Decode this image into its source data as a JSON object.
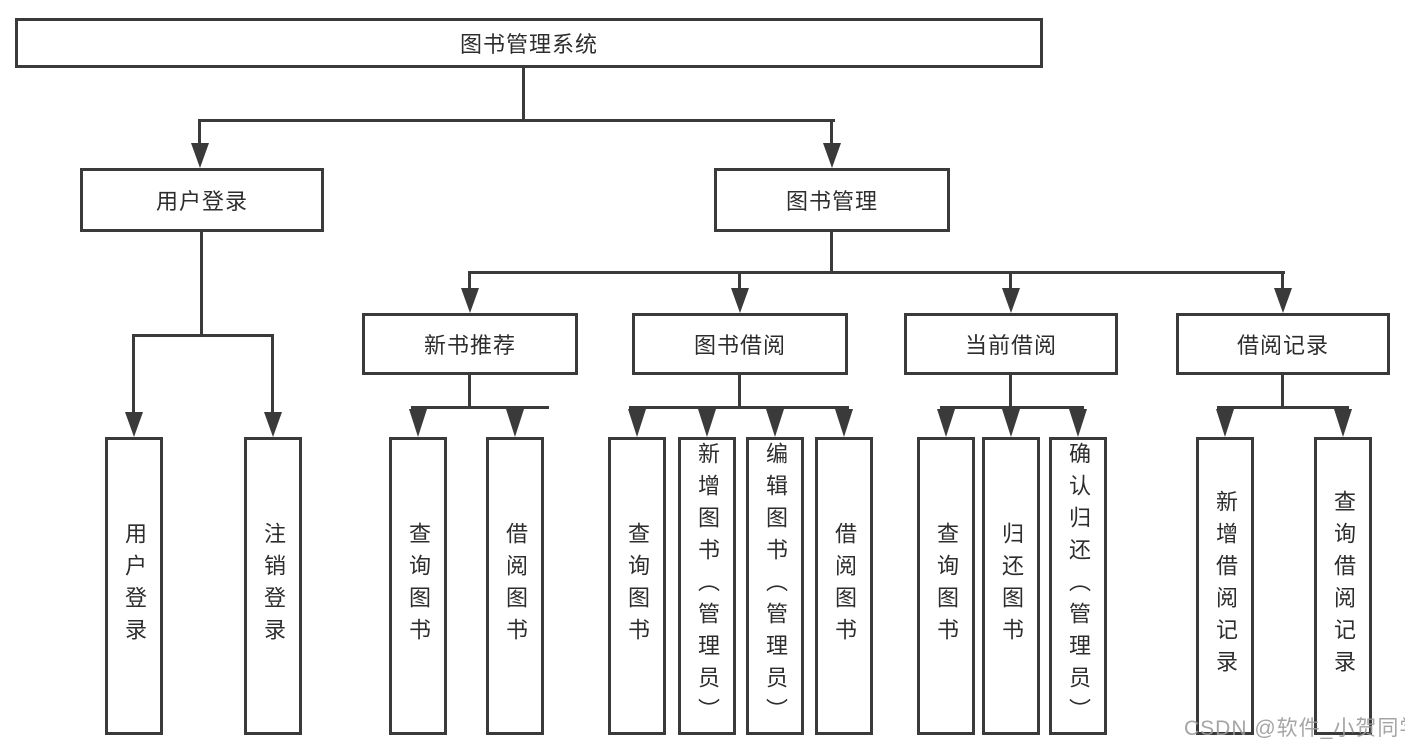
{
  "diagram": {
    "root": {
      "label": "图书管理系统"
    },
    "branches": [
      {
        "label": "用户登录",
        "children": [
          "用户登录",
          "注销登录"
        ]
      },
      {
        "label": "图书管理",
        "sections": [
          {
            "label": "新书推荐",
            "children": [
              "查询图书",
              "借阅图书"
            ]
          },
          {
            "label": "图书借阅",
            "children": [
              "查询图书",
              "新增图书（管理员）",
              "编辑图书（管理员）",
              "借阅图书"
            ]
          },
          {
            "label": "当前借阅",
            "children": [
              "查询图书",
              "归还图书",
              "确认归还（管理员）"
            ]
          },
          {
            "label": "借阅记录",
            "children": [
              "新增借阅记录",
              "查询借阅记录"
            ]
          }
        ]
      }
    ]
  },
  "watermark": {
    "text": "CSDN @软件_小贺同学"
  },
  "colors": {
    "line": "#3a3a3a",
    "box_fill": "#ffffff",
    "text": "#2d2d2d",
    "watermark": "#9b9b9b",
    "background": "#ffffff"
  }
}
